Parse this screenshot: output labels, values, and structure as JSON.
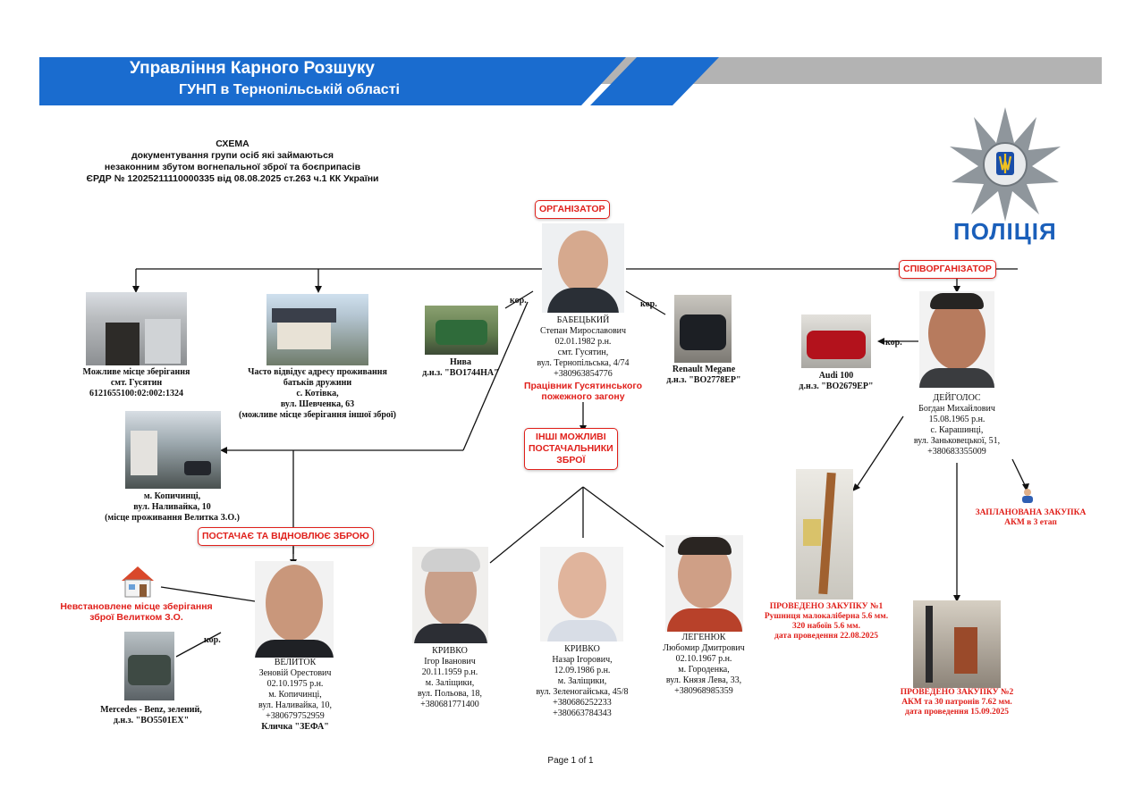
{
  "header": {
    "line1": "Управління Карного Розшуку",
    "line2": "ГУНП в Тернопільській області",
    "blue": "#1a6ccf",
    "gray": "#b3b3b3"
  },
  "police_label": "ПОЛІЦІЯ",
  "scheme": {
    "title": "СХЕМА",
    "l1": "документування групи осіб які займаються",
    "l2": "незаконним збутом вогнепальної зброї та боєприпасів",
    "l3": "ЄРДР № 12025211110000335 від 08.08.2025 ст.263 ч.1 КК України"
  },
  "labels": {
    "organizer": "ОРГАНІЗАТОР",
    "coorganizer": "СПІВОРГАНІЗАТОР",
    "suppliers": "ІНШІ МОЖЛИВІ\nПОСТАЧАЛЬНИКИ\nЗБРОЇ",
    "restores": "ПОСТАЧАЄ ТА ВІДНОВЛЮЄ ЗБРОЮ",
    "kor": "кор."
  },
  "babetsky": {
    "surname": "БАБЕЦЬКИЙ",
    "details": "Степан Мирославович\n02.01.1982 р.н.\nсмт. Гусятин,\nвул. Тернопільська, 4/74\n+380963854776",
    "job": "Працівник Гусятинського\nпожежного загону"
  },
  "deigolos": {
    "surname": "ДЕЙГОЛОС",
    "details": "Богдан Михайлович\n15.08.1965 р.н.\nс. Карашинці,\nвул. Заньковецької, 51,\n+380683355009"
  },
  "velytok": {
    "surname": "ВЕЛИТОК",
    "details": "Зеновій Орестович\n02.10.1975 р.н.\nм. Копичинці,\nвул. Наливайка, 10,\n+380679752959",
    "nick": "Кличка \"ЗЕФА\""
  },
  "kryvko1": {
    "surname": "КРИВКО",
    "details": "Ігор Іванович\n20.11.1959 р.н.\nм. Заліщики,\nвул. Польова, 18,\n+380681771400"
  },
  "kryvko2": {
    "surname": "КРИВКО",
    "details": "Назар Ігорович,\n12.09.1986 р.н.\nм. Заліщики,\nвул. Зеленогайська, 45/8\n+380686252233\n+380663784343"
  },
  "legeniuk": {
    "surname": "ЛЕГЕНЮК",
    "details": "Любомир Дмитрович\n02.10.1967 р.н.\nм. Городенка,\nвул. Князя Лева, 33,\n+380968985359"
  },
  "places": {
    "garage": "Можливе місце зберігання\nсмт. Гусятин\n6121655100:02:002:1324",
    "house": "Часто відвідує адресу проживання\nбатьків дружини\nс. Котівка,\nвул. Шевченка, 63\n(можливе місце зберігання іншої зброї)",
    "kopychyntsi": "м. Копичинці,\nвул. Наливайка, 10\n(місце проживання Велитка З.О.)",
    "unknown": "Невстановлене місце зберігання\nзброї Велитком З.О."
  },
  "cars": {
    "niva": "Нива\nд.н.з. \"ВО1744НА\"",
    "renault": "Renault Megane\nд.н.з. \"ВО2778ЕР\"",
    "audi": "Audi 100\nд.н.з. \"ВО2679ЕР\"",
    "mercedes": "Mercedes - Benz, зелений,\nд.н.з. \"ВО5501ЕХ\""
  },
  "purchases": {
    "p1_title": "ПРОВЕДЕНО ЗАКУПКУ №1",
    "p1_text": "Рушниця малокаліберна 5.6 мм.\n320 набоїв 5.6 мм.\nдата проведення 22.08.2025",
    "p2_title": "ПРОВЕДЕНО ЗАКУПКУ №2",
    "p2_text": "АКМ та 30 патронів 7.62 мм.\nдата проведення 15.09.2025",
    "planned": "ЗАПЛАНОВАНА ЗАКУПКА\nАКМ в 3 етап"
  },
  "footer": "Page 1 of 1"
}
